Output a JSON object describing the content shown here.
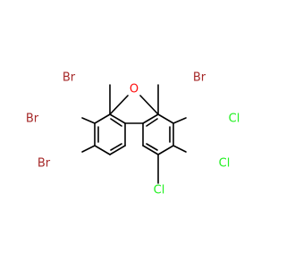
{
  "molecule": {
    "atoms": [
      {
        "id": "o",
        "label": "O",
        "color": "#ff0d0d"
      },
      {
        "id": "br4",
        "label": "Br",
        "color": "#a62929"
      },
      {
        "id": "br3",
        "label": "Br",
        "color": "#a62929"
      },
      {
        "id": "br2",
        "label": "Br",
        "color": "#a62929"
      },
      {
        "id": "br6",
        "label": "Br",
        "color": "#a62929"
      },
      {
        "id": "cl7",
        "label": "Cl",
        "color": "#1ff01f"
      },
      {
        "id": "cl8",
        "label": "Cl",
        "color": "#1ff01f"
      },
      {
        "id": "cl9",
        "label": "Cl",
        "color": "#1ff01f"
      }
    ],
    "bond_color": "#000000"
  }
}
